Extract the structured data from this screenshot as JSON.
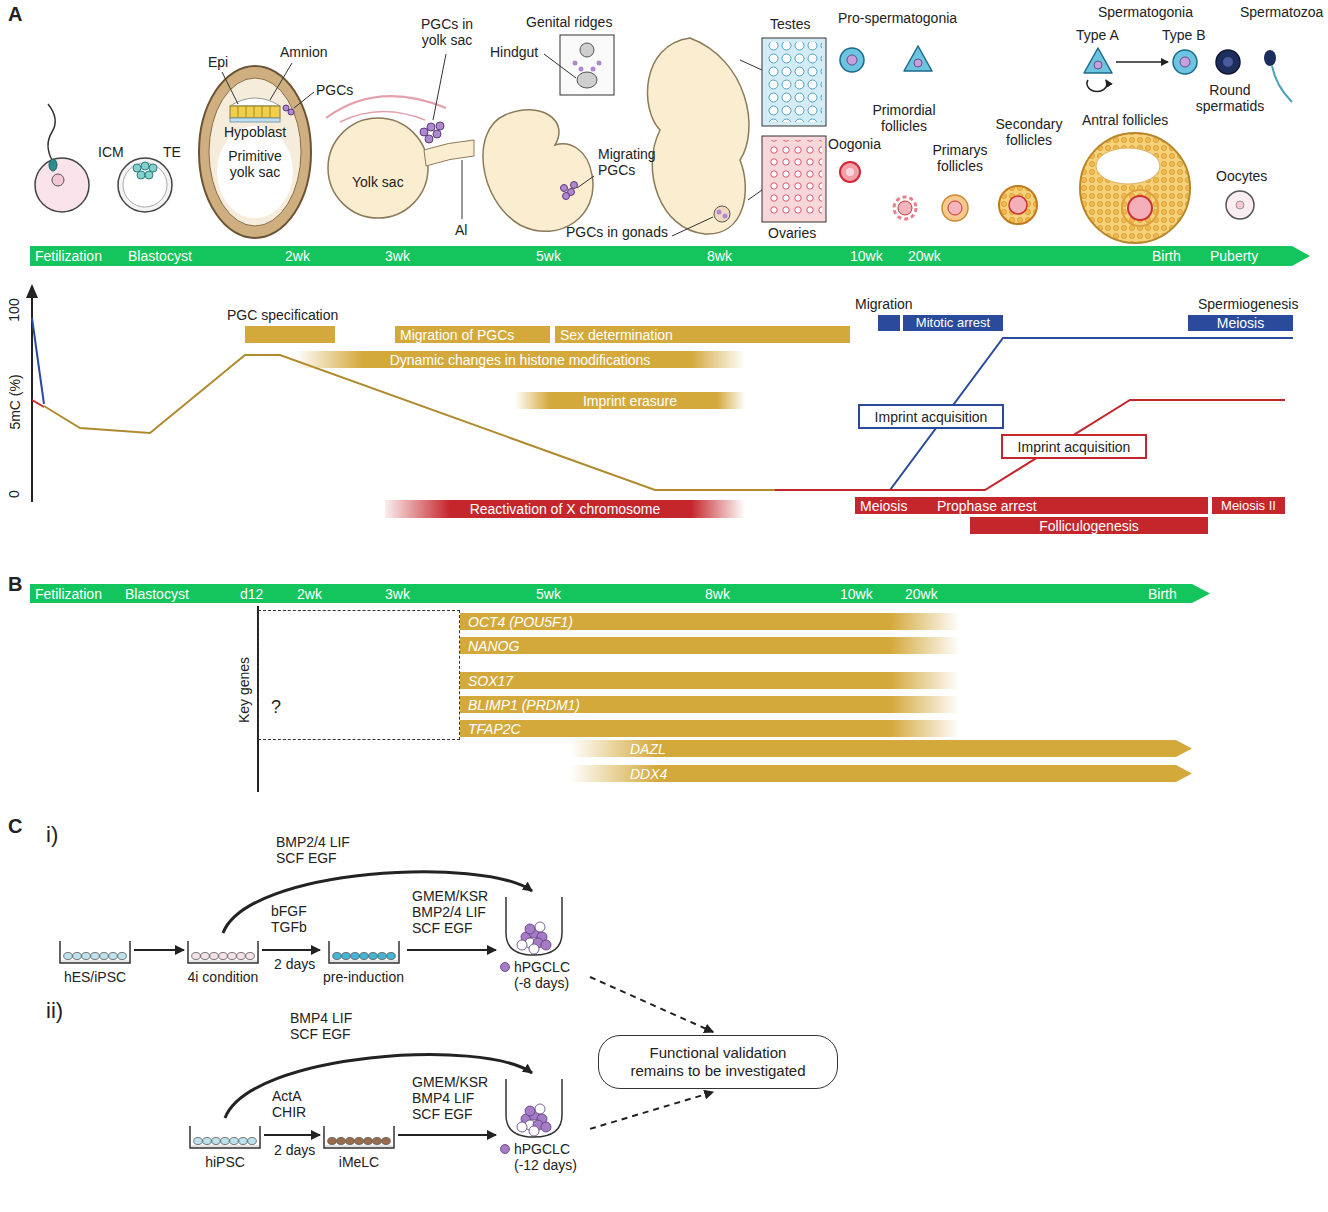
{
  "diagram": {
    "nodes": [
      {
        "text": [
          "Fetilization",
          "Blastocyst",
          "2wk",
          "3wk",
          "5wk",
          "8wk",
          "10wk",
          "20wk",
          "Birth",
          "Puberty"
        ]
      },
      {
        "text": [
          "PGC specification"
        ]
      },
      {
        "text": [
          "Migration of PGCs"
        ]
      },
      {
        "text": [
          "Sex determination"
        ]
      },
      {
        "text": [
          "Dynamic changes in histone modifications"
        ]
      },
      {
        "text": [
          "Imprint erasure"
        ]
      },
      {
        "text": [
          "Reactivation of X chromosome"
        ]
      },
      {
        "text": [
          "Migration"
        ]
      },
      {
        "text": [
          "Mitotic arrest"
        ]
      },
      {
        "text": [
          "Spermiogenesis",
          "Meiosis"
        ]
      },
      {
        "text": [
          "Imprint acquisition"
        ]
      },
      {
        "text": [
          "Imprint acquisition"
        ]
      },
      {
        "text": [
          "Meiosis",
          "Prophase arrest"
        ]
      },
      {
        "text": [
          "Folliculogenesis"
        ]
      },
      {
        "text": [
          "Meiosis II"
        ]
      },
      {
        "text": [
          "Fetilization",
          "Blastocyst",
          "d12",
          "2wk",
          "3wk",
          "5wk",
          "8wk",
          "10wk",
          "20wk",
          "Birth"
        ]
      },
      {
        "text": [
          "?"
        ]
      },
      {
        "text": [
          "OCT4 (POU5F1)"
        ]
      },
      {
        "text": [
          "NANOG"
        ]
      },
      {
        "text": [
          "SOX17"
        ]
      },
      {
        "text": [
          "BLIMP1 (PRDM1)"
        ]
      },
      {
        "text": [
          "TFAP2C"
        ]
      },
      {
        "text": [
          "DAZL"
        ]
      },
      {
        "text": [
          "DDX4"
        ]
      },
      {
        "text": [
          "hES/iPSC"
        ]
      },
      {
        "text": [
          "4i condition"
        ]
      },
      {
        "text": [
          "pre-induction"
        ]
      },
      {
        "text": [
          "hPGCLC (-8 days)"
        ]
      },
      {
        "text": [
          "Functional validation remains to be investigated"
        ]
      },
      {
        "text": [
          "hiPSC"
        ]
      },
      {
        "text": [
          "iMeLC"
        ]
      },
      {
        "text": [
          "hPGCLC (-12 days)"
        ]
      }
    ],
    "edges": [
      {
        "from": 24,
        "to": 25,
        "arrow": "to"
      },
      {
        "from": 25,
        "to": 26,
        "label": "bFGF TGFb",
        "arrow": "to"
      },
      {
        "from": 26,
        "to": 27,
        "label": "GMEM/KSR BMP2/4 LIF SCF EGF",
        "arrow": "to"
      },
      {
        "from": 25,
        "to": 27,
        "label": "BMP2/4 LIF SCF EGF",
        "arrow": "to"
      },
      {
        "from": 27,
        "to": 28,
        "arrow": "to"
      },
      {
        "from": 29,
        "to": 30,
        "label": "ActA CHIR",
        "arrow": "to"
      },
      {
        "from": 30,
        "to": 31,
        "label": "GMEM/KSR BMP4 LIF SCF EGF",
        "arrow": "to"
      },
      {
        "from": 29,
        "to": 31,
        "label": "BMP4 LIF SCF EGF",
        "arrow": "to"
      },
      {
        "from": 31,
        "to": 28,
        "arrow": "to"
      }
    ],
    "labels": [
      "A",
      "ICM",
      "TE",
      "Epi",
      "Amnion",
      "PGCs",
      "Hypoblast",
      "Primitive yolk sac",
      "PGCs in yolk sac",
      "Yolk sac",
      "Al",
      "Genital ridges",
      "Hindgut",
      "Migrating PGCs",
      "PGCs in gonads",
      "Testes",
      "Ovaries",
      "Pro-spermatogonia",
      "Spermatogonia",
      "Type A",
      "Type B",
      "Spermatozoa",
      "Round spermatids",
      "Oogonia",
      "Primordial follicles",
      "Primarys follicles",
      "Secondary follicles",
      "Antral follicles",
      "Oocytes",
      "100",
      "5mC (%)",
      "0",
      "B",
      "Key genes",
      "C",
      "i)",
      "ii)",
      "2 days",
      "2 days"
    ]
  }
}
